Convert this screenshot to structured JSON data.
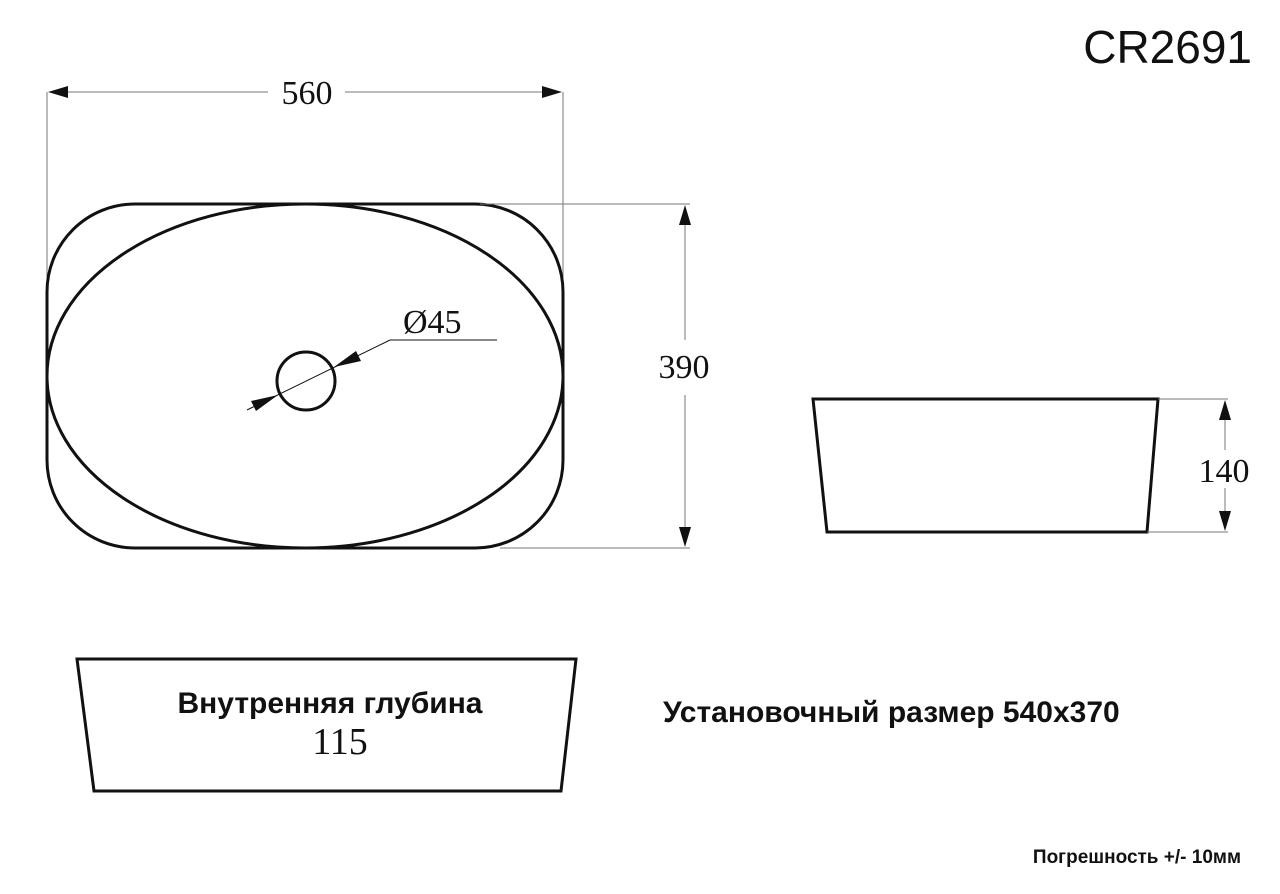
{
  "model": "CR2691",
  "dimensions": {
    "width": "560",
    "depth": "390",
    "height": "140",
    "drain_diameter": "Ø45",
    "inner_depth_label": "Внутренняя глубина",
    "inner_depth_value": "115"
  },
  "install_size": "Установочный размер 540x370",
  "tolerance": "Погрешность +/- 10мм",
  "views": [
    "top-view",
    "side-view",
    "section-view"
  ]
}
